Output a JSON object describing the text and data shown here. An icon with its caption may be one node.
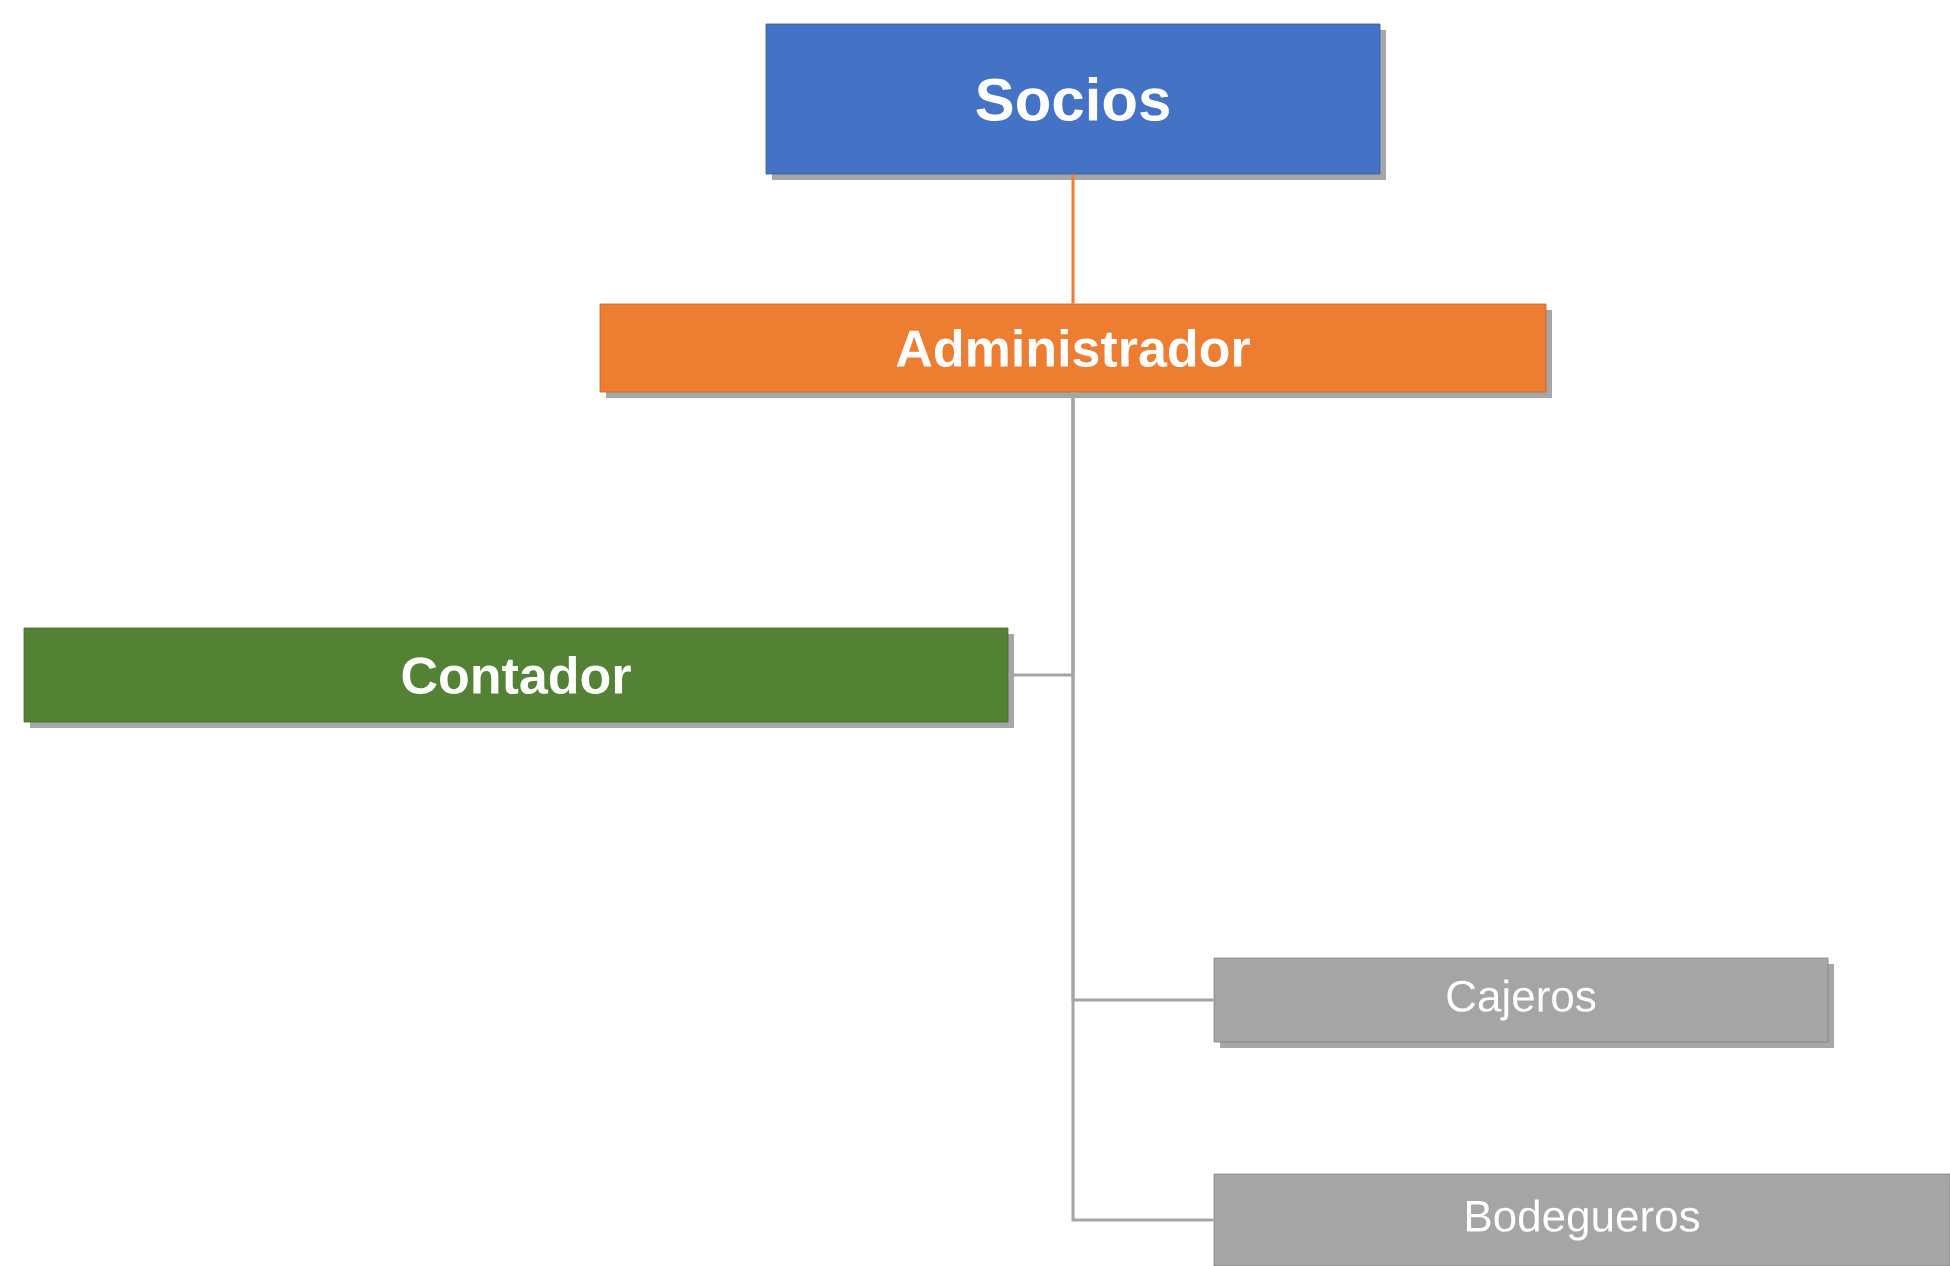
{
  "diagram": {
    "nodes": [
      {
        "text": [
          "Socios"
        ]
      },
      {
        "text": [
          "Administrador"
        ]
      },
      {
        "text": [
          "Contador"
        ]
      },
      {
        "text": [
          "Cajeros"
        ]
      },
      {
        "text": [
          "Bodegueros"
        ]
      }
    ],
    "edges": [
      {
        "from": 0,
        "to": 1,
        "arrow": "none",
        "color": "#ed7d31"
      },
      {
        "from": 1,
        "to": 2,
        "arrow": "none"
      },
      {
        "from": 1,
        "to": 3,
        "arrow": "none"
      },
      {
        "from": 1,
        "to": 4,
        "arrow": "none"
      }
    ]
  }
}
